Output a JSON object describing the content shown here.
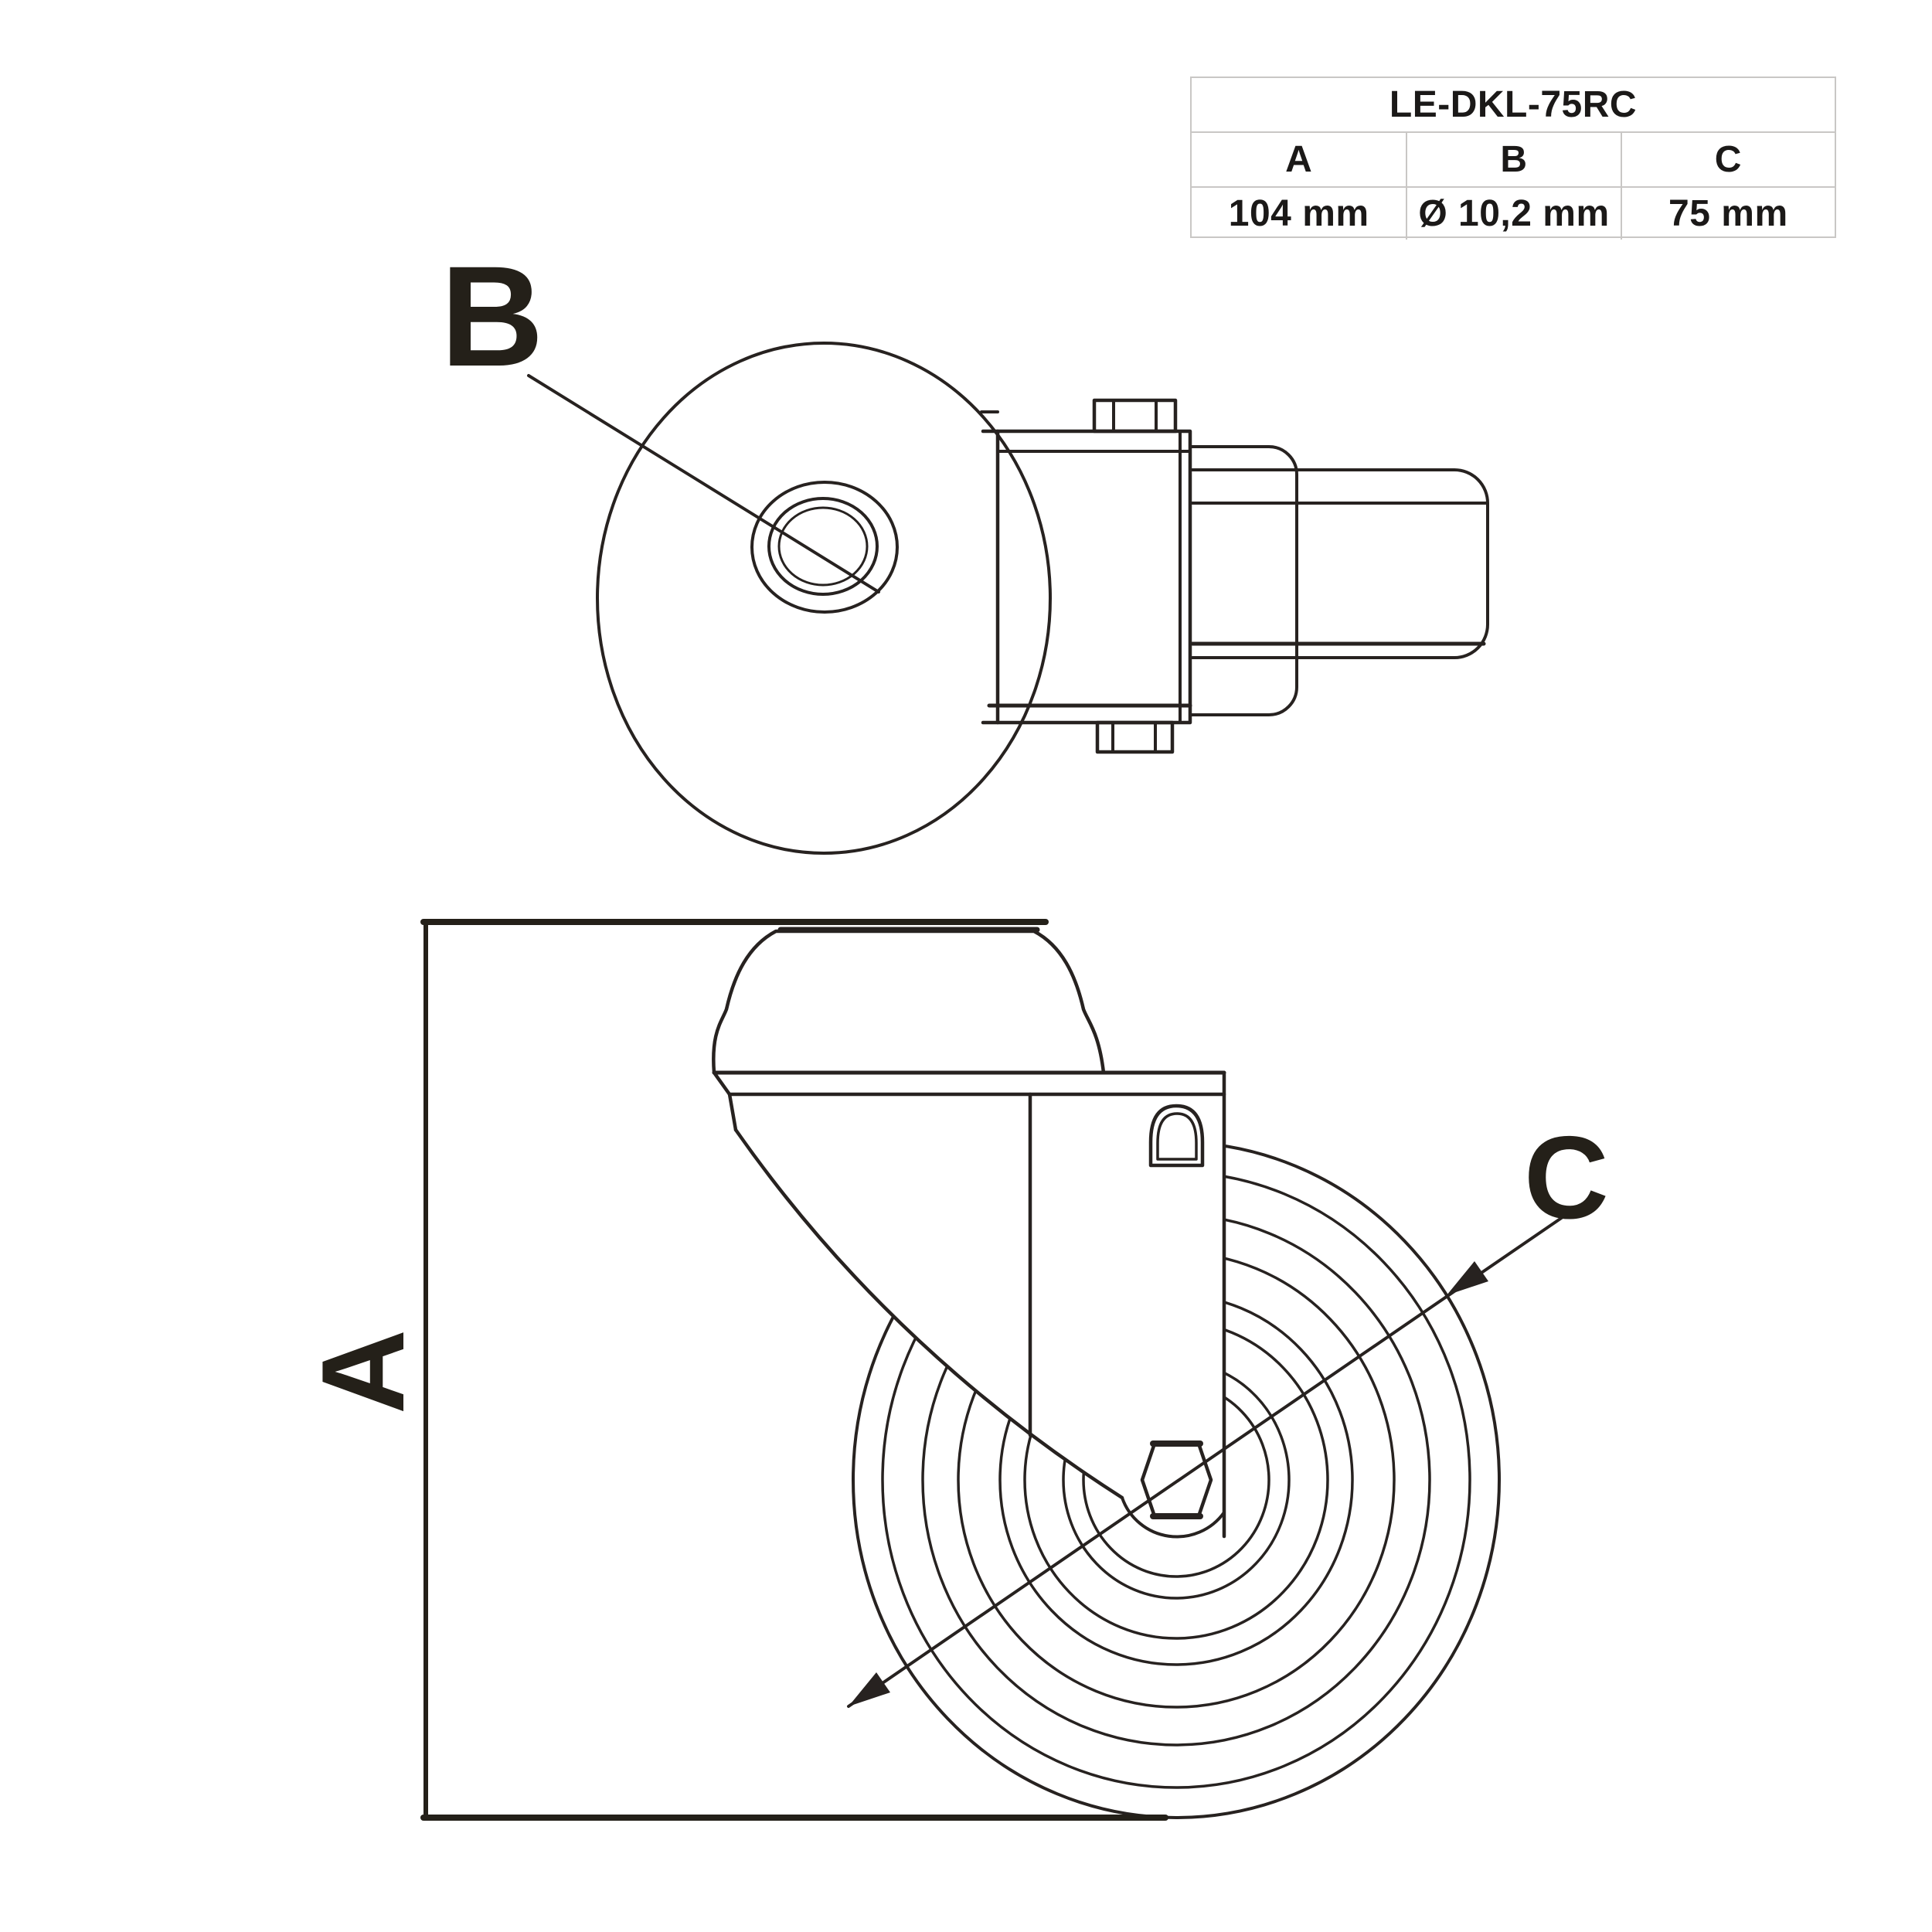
{
  "table": {
    "model": "LE-DKL-75RC",
    "columns": [
      "A",
      "B",
      "C"
    ],
    "values": [
      "104 mm",
      "Ø 10,2 mm",
      "75 mm"
    ]
  },
  "labels": {
    "dim_a": "A",
    "dim_b": "B",
    "dim_c": "C"
  },
  "colors": {
    "line": "#272220",
    "table_border": "#c9c7c5",
    "text": "#1b1918"
  }
}
